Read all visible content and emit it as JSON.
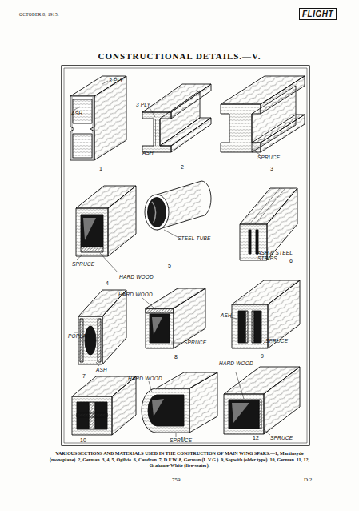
{
  "diagram": {
    "title": "CONSTRUCTIONAL DETAILS.—V.",
    "caption": "VARIOUS SECTIONS AND MATERIALS USED IN THE CONSTRUCTION OF MAIN WING SPARS.—1, Martinsyde (monoplane). 2, German. 3, 4, 5, Ogilvie. 6, Caudron. 7, D.F.W. 8, German (L.V.G.). 9, Sopwith (older type). 10, German. 11, 12, Grahame-White (five-seater).",
    "labels": [
      "OCTOBER 8, 1915.",
      "FLIGHT",
      "3 PLY",
      "ASH",
      "1",
      "3 PLY",
      "ASH",
      "2",
      "SPRUCE",
      "3",
      "SPRUCE",
      "HARD WOOD",
      "4",
      "STEEL TUBE",
      "5",
      "ASH & STEEL STRIPS",
      "6",
      "POPLAR",
      "ASH",
      "7",
      "HARD WOOD",
      "SPRUCE",
      "8",
      "ASH",
      "SPRUCE",
      "9",
      "10",
      "HARD WOOD",
      "SPRUCE",
      "11",
      "HARD WOOD",
      "SPRUCE",
      "12",
      "759",
      "D 2"
    ]
  }
}
